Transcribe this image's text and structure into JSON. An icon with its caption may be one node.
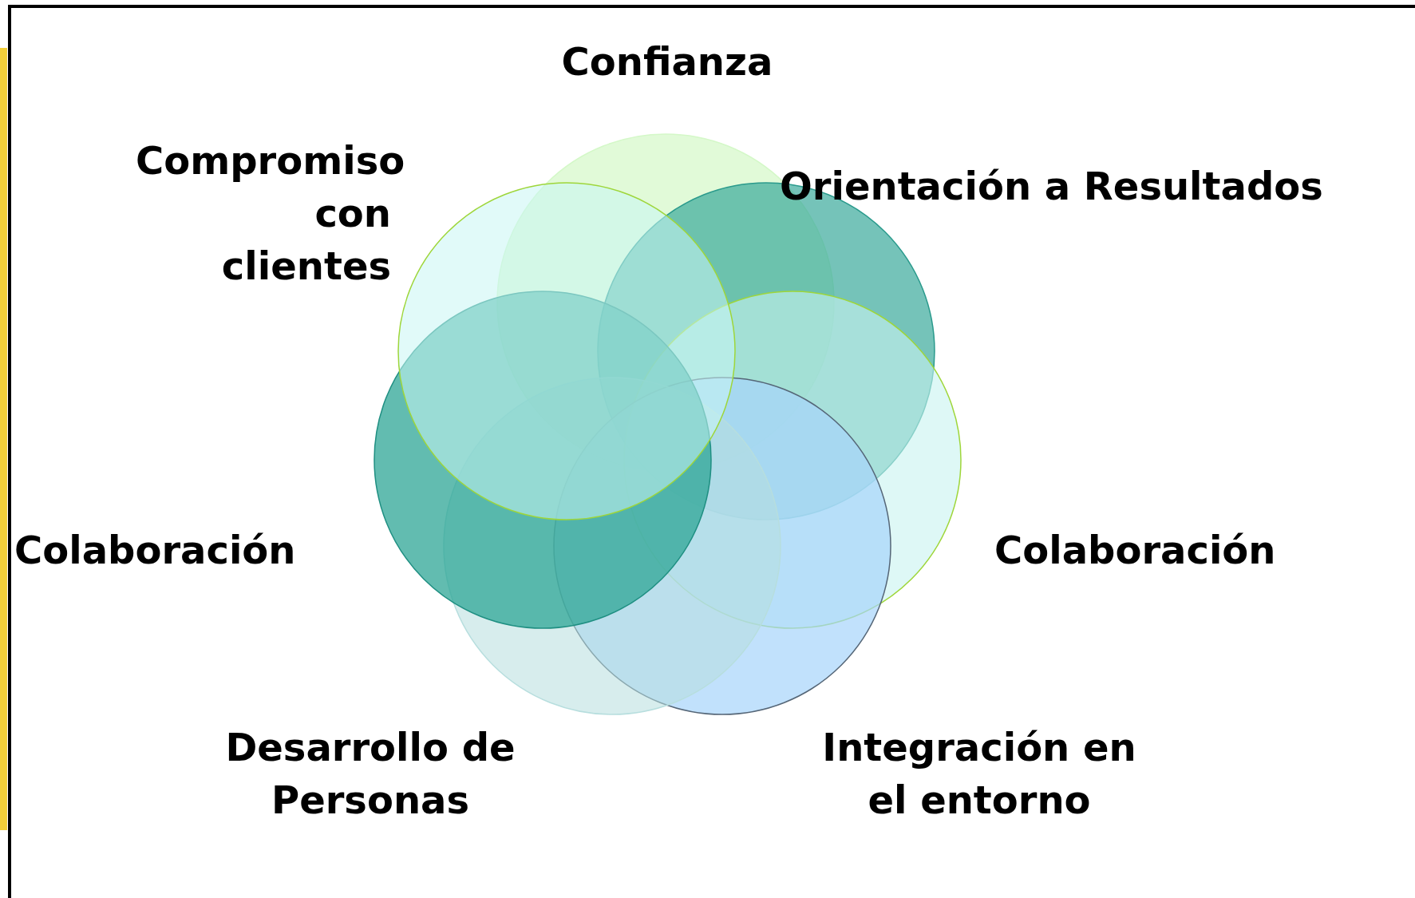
{
  "diagram": {
    "labels": [
      "Confianza",
      "Compromiso con clientes",
      "Orientación a Resultados",
      "Colaboración",
      "Colaboración",
      "Desarrollo de Personas",
      "Integración en el entorno"
    ]
  }
}
